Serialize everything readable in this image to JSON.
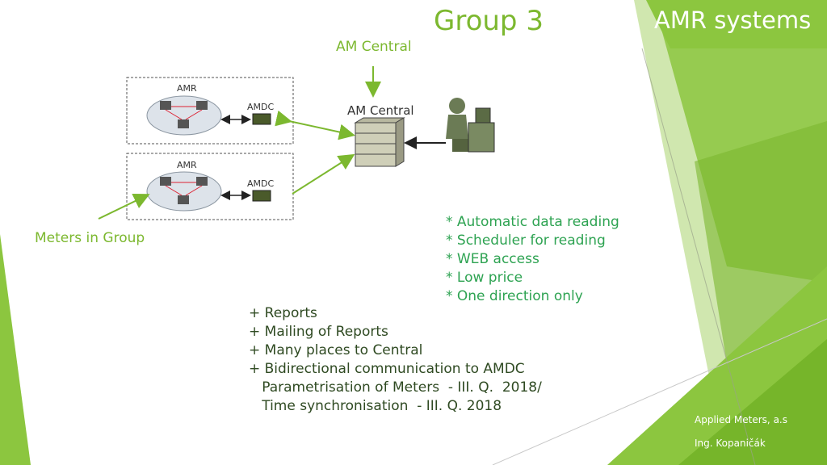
{
  "slide": {
    "title": "Group 3",
    "corner_title": "AMR systems",
    "am_central_label": "AM  Central",
    "meters_in_group_label": "Meters in Group"
  },
  "diagram": {
    "groups": [
      {
        "cloud_label": "AMR",
        "device_label": "AMDC"
      },
      {
        "cloud_label": "AMR",
        "device_label": "AMDC"
      }
    ],
    "server_label": "AM Central"
  },
  "features": [
    "* Automatic data reading",
    "* Scheduler for reading",
    "* WEB access",
    "* Low price",
    "* One direction only"
  ],
  "plus_items": [
    "+ Reports",
    "+ Mailing of Reports",
    "+ Many places to Central",
    "+ Bidirectional communication to AMDC",
    "   Parametrisation of Meters  - III. Q.  2018/",
    "   Time synchronisation  - III. Q. 2018"
  ],
  "footer": {
    "company": "Applied Meters, a.s",
    "author": "Ing. Kopaničák"
  },
  "colors": {
    "accent_green": "#7cb82f",
    "feature_green": "#2ea352",
    "dark_text": "#2f4a22"
  }
}
